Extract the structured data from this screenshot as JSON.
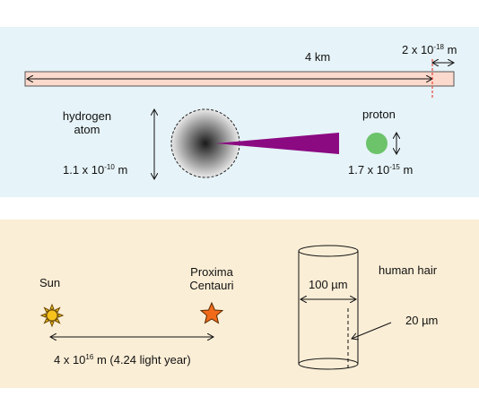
{
  "top_panel": {
    "bar_length": "4 km",
    "bar_tick": {
      "base": "2 x 10",
      "exp": "-18",
      "unit": " m"
    },
    "hydrogen_label_line1": "hydrogen",
    "hydrogen_label_line2": "atom",
    "hydrogen_size": {
      "base": "1.1 x 10",
      "exp": "-10",
      "unit": " m"
    },
    "proton_label": "proton",
    "proton_size": {
      "base": "1.7 x 10",
      "exp": "-15",
      "unit": " m"
    }
  },
  "bottom_panel": {
    "sun_label": "Sun",
    "star_label_line1": "Proxima",
    "star_label_line2": "Centauri",
    "distance": {
      "base": "4 x 10",
      "exp": "16",
      "unit": " m (4.24 light year)"
    },
    "hair_label": "human hair",
    "hair_diameter": "100 µm",
    "hair_inner": "20 µm"
  },
  "colors": {
    "top_background": "#e6f3f8",
    "bottom_background": "#fbeed6",
    "bar_fill": "#fbd9cc",
    "proton_green": "#6cc36a",
    "wedge_purple": "#8b0a82",
    "sun_yellow": "#f7c21c",
    "star_orange": "#f06a1a",
    "dashed_red": "#e8493a"
  }
}
